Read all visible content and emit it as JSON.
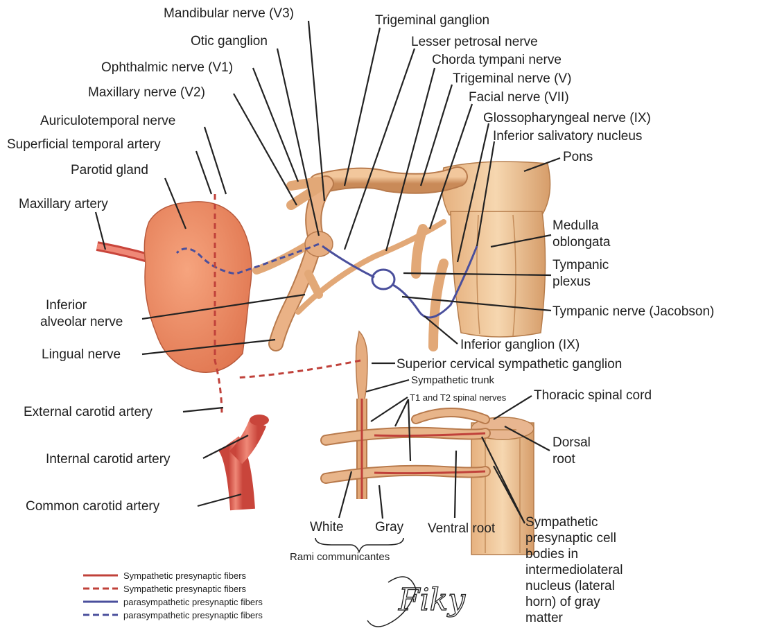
{
  "labels": {
    "mandibular": "Mandibular nerve (V3)",
    "trigeminal_ganglion": "Trigeminal ganglion",
    "otic": "Otic ganglion",
    "lesser_petrosal": "Lesser petrosal nerve",
    "ophthalmic": "Ophthalmic nerve (V1)",
    "chorda_tympani": "Chorda tympani nerve",
    "trigeminal_nerve": "Trigeminal nerve (V)",
    "maxillary_nerve": "Maxillary nerve (V2)",
    "facial": "Facial nerve (VII)",
    "auriculotemporal": "Auriculotemporal nerve",
    "glossopharyngeal": "Glossopharyngeal nerve (IX)",
    "sup_temporal": "Superficial temporal artery",
    "inf_salivatory": "Inferior salivatory nucleus",
    "parotid": "Parotid gland",
    "pons": "Pons",
    "maxillary_artery": "Maxillary artery",
    "medulla_1": "Medulla",
    "medulla_2": "oblongata",
    "tympanic_plexus_1": "Tympanic",
    "tympanic_plexus_2": "plexus",
    "inf_alveolar_1": "Inferior",
    "inf_alveolar_2": "alveolar nerve",
    "tympanic_nerve": "Tympanic nerve (Jacobson)",
    "inferior_ganglion": "Inferior ganglion (IX)",
    "lingual": "Lingual nerve",
    "sup_cervical": "Superior cervical sympathetic ganglion",
    "symp_trunk": "Sympathetic trunk",
    "t1t2": "T1 and T2 spinal nerves",
    "thoracic_cord": "Thoracic spinal cord",
    "ext_carotid": "External carotid artery",
    "dorsal_1": "Dorsal",
    "dorsal_2": "root",
    "int_carotid": "Internal carotid artery",
    "common_carotid": "Common carotid artery",
    "white": "White",
    "gray": "Gray",
    "ventral": "Ventral root",
    "rami": "Rami communicantes",
    "cell_bodies": [
      "Sympathetic",
      "presynaptic cell",
      "bodies in",
      "intermediolateral",
      "nucleus (lateral",
      "horn) of gray",
      "matter"
    ]
  },
  "legend": [
    {
      "text": "Sympathetic presynaptic fibers",
      "color": "#c0413a",
      "style": "solid"
    },
    {
      "text": "Sympathetic presynaptic fibers",
      "color": "#c0413a",
      "style": "dashed"
    },
    {
      "text": "parasympathetic presynaptic fibers",
      "color": "#4a4f9c",
      "style": "solid"
    },
    {
      "text": "parasympathetic presynaptic fibers",
      "color": "#4a4f9c",
      "style": "dashed"
    }
  ],
  "signature": "Fiky",
  "colors": {
    "nerve": "#e2a877",
    "nerve_dark": "#b87a4c",
    "artery": "#d9574c",
    "gland": "#e98963",
    "brainstem": "#f0c79a",
    "sympathetic": "#c0413a",
    "parasympathetic": "#4a4f9c"
  }
}
